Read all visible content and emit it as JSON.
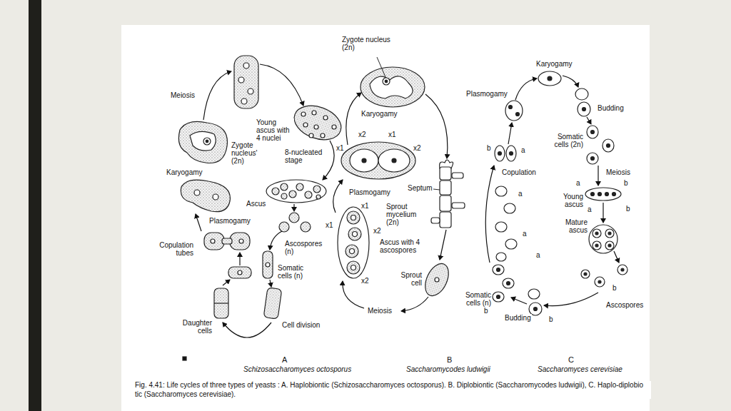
{
  "diagram": {
    "caption": "Fig. 4.41: Life cycles of three types of yeasts : A. Haplobiontic (Schizosaccharomyces octosporus). B. Diplobiontic (Saccharomycodes ludwigii), C. Haplo-diplobio tic (Saccharomyces cerevisiae).",
    "labels": [
      "Meiosis",
      "Young ascus with 4 nuclei",
      "Zygote nucleus' (2n)",
      "Karyogamy",
      "8-nucleated stage",
      "Ascus",
      "Plasmogamy",
      "Copulation tubes",
      "Ascospores (n)",
      "Somatic cells (n)",
      "Daughter cells",
      "Cell division",
      "A",
      "Schizosaccharomyces octosporus",
      "Zygote nucleus (2n)",
      "Karyogamy",
      "x2",
      "x1",
      "x1",
      "x2",
      "Plasmogamy",
      "Septum",
      "Sprout mycelium (2n)",
      "x1",
      "x1",
      "x2",
      "x2",
      "Ascus with 4 ascospores",
      "Sprout cell",
      "Meiosis",
      "B",
      "Saccharomycodes ludwigii",
      "Karyogamy",
      "Plasmogamy",
      "Budding",
      "Somatic cells (2n)",
      "b",
      "a",
      "Copulation",
      "Meiosis",
      "a",
      "b",
      "Young ascus",
      "a",
      "b",
      "Mature ascus",
      "a",
      "a",
      "a",
      "b",
      "Ascospores",
      "Somatic cells (n)",
      "b",
      "Budding",
      "b",
      "C",
      "Saccharomyces cerevisiae"
    ]
  }
}
